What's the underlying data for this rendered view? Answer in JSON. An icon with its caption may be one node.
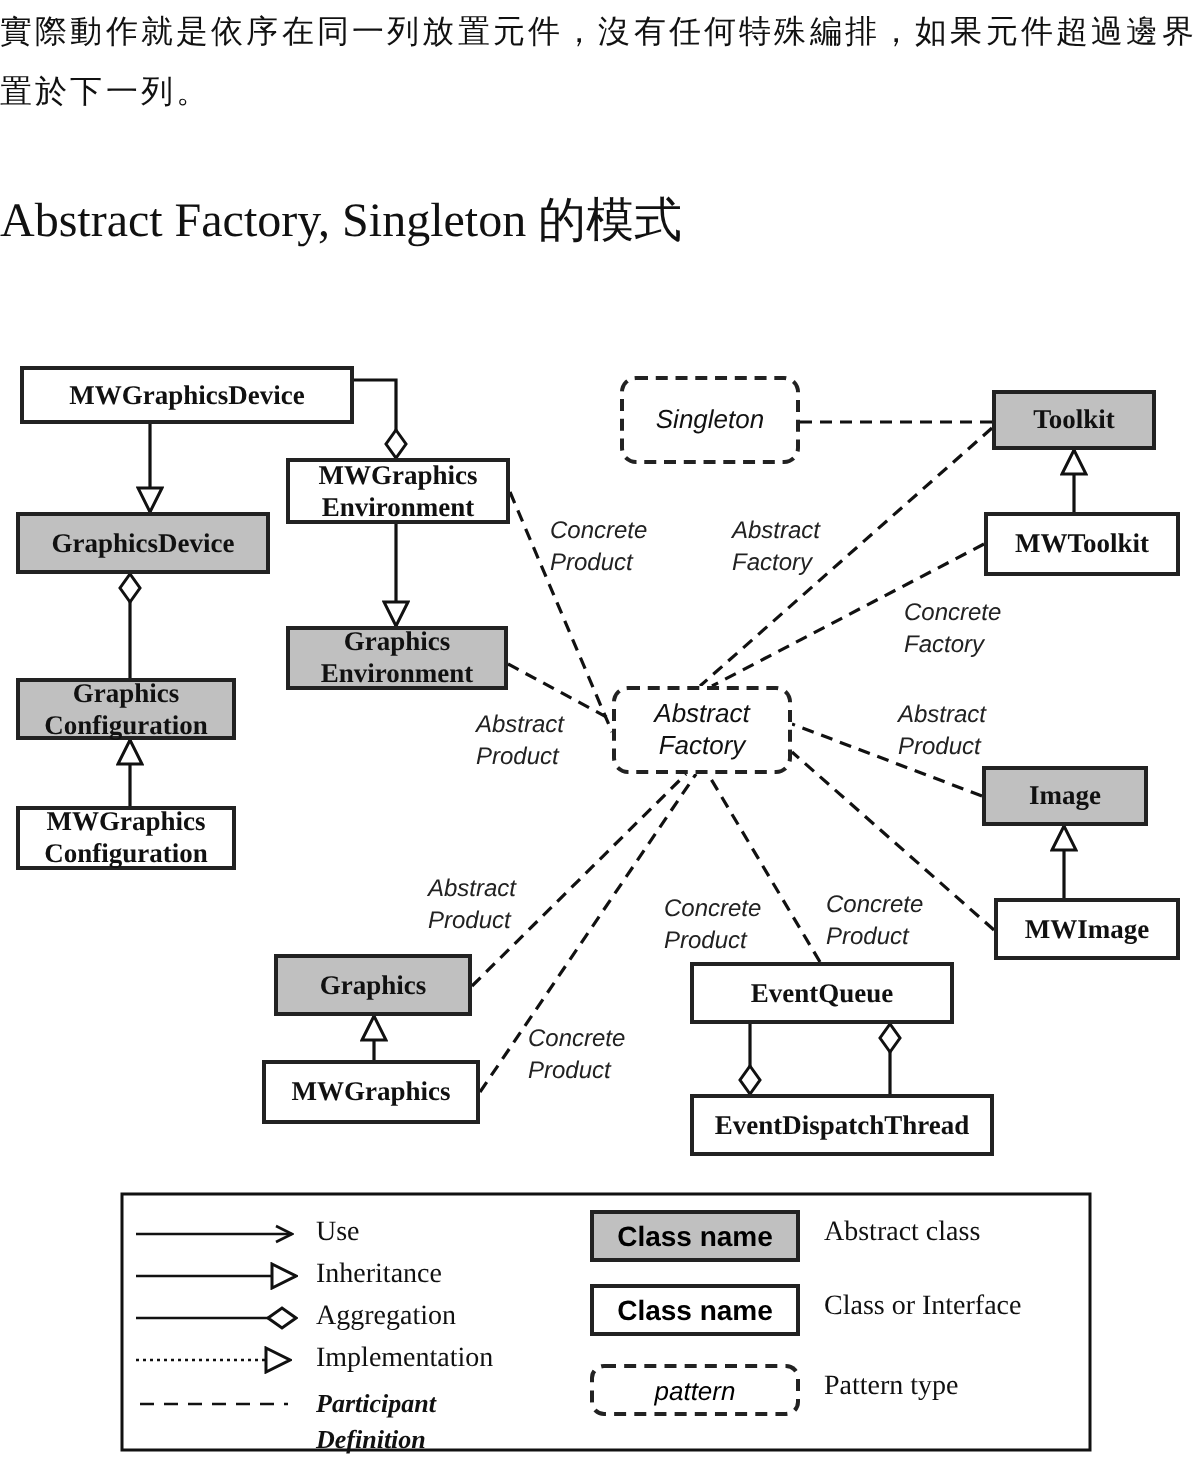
{
  "diagram": {
    "title": "Abstract Factory, Singleton 的模式",
    "nodes": [
      {
        "text": [
          "MWGraphicsDevice"
        ]
      },
      {
        "text": [
          "MWGraphics Environment"
        ]
      },
      {
        "text": [
          "GraphicsDevice"
        ]
      },
      {
        "text": [
          "Graphics Environment"
        ]
      },
      {
        "text": [
          "Graphics Configuration"
        ]
      },
      {
        "text": [
          "MWGraphics Configuration"
        ]
      },
      {
        "text": [
          "Singleton"
        ]
      },
      {
        "text": [
          "Toolkit"
        ]
      },
      {
        "text": [
          "MWToolkit"
        ]
      },
      {
        "text": [
          "Abstract Factory"
        ]
      },
      {
        "text": [
          "Image"
        ]
      },
      {
        "text": [
          "MWImage"
        ]
      },
      {
        "text": [
          "Graphics"
        ]
      },
      {
        "text": [
          "EventQueue"
        ]
      },
      {
        "text": [
          "MWGraphics"
        ]
      },
      {
        "text": [
          "EventDispatchThread"
        ]
      }
    ],
    "edges": [
      {
        "from": 0,
        "to": 2,
        "arrow": "to"
      },
      {
        "from": 0,
        "to": 1,
        "arrow": "other"
      },
      {
        "from": 1,
        "to": 3,
        "arrow": "to"
      },
      {
        "from": 4,
        "to": 2,
        "arrow": "other"
      },
      {
        "from": 5,
        "to": 4,
        "arrow": "to"
      },
      {
        "from": 6,
        "to": 7,
        "arrow": "none",
        "style": "dashed"
      },
      {
        "from": 7,
        "to": 9,
        "arrow": "none",
        "style": "dashed",
        "label": "Abstract Factory"
      },
      {
        "from": 8,
        "to": 9,
        "arrow": "none",
        "style": "dashed",
        "label": "Concrete Factory"
      },
      {
        "from": 1,
        "to": 9,
        "arrow": "none",
        "style": "dashed",
        "label": "Concrete Product"
      },
      {
        "from": 3,
        "to": 9,
        "arrow": "none",
        "style": "dashed",
        "label": "Abstract Product"
      },
      {
        "from": 10,
        "to": 9,
        "arrow": "none",
        "style": "dashed",
        "label": "Abstract Product"
      },
      {
        "from": 11,
        "to": 9,
        "arrow": "none",
        "style": "dashed",
        "label": "Concrete Product"
      },
      {
        "from": 12,
        "to": 9,
        "arrow": "none",
        "style": "dashed",
        "label": "Abstract Product"
      },
      {
        "from": 14,
        "to": 9,
        "arrow": "none",
        "style": "dashed",
        "label": "Concrete Product"
      },
      {
        "from": 13,
        "to": 9,
        "arrow": "none",
        "style": "dashed",
        "label": "Concrete Product"
      },
      {
        "from": 8,
        "to": 7,
        "arrow": "to"
      },
      {
        "from": 11,
        "to": 10,
        "arrow": "to"
      },
      {
        "from": 14,
        "to": 12,
        "arrow": "to"
      },
      {
        "from": 13,
        "to": 15,
        "arrow": "other"
      },
      {
        "from": 15,
        "to": 13,
        "arrow": "other"
      }
    ],
    "labels": [
      "實際動作就是依序在同一列放置元件，沒有任何特殊編排，如果元件超過邊界置於下一列。",
      "Class name",
      "Class name",
      "pattern"
    ],
    "legend": [
      {
        "text": "Use"
      },
      {
        "text": "Inheritance"
      },
      {
        "text": "Aggregation"
      },
      {
        "text": "Implementation"
      },
      {
        "text": "Participant Definition"
      },
      {
        "text": "Abstract class",
        "color": "#c0c0c0"
      },
      {
        "text": "Class or Interface",
        "color": "#ffffff"
      },
      {
        "text": "Pattern type"
      }
    ]
  }
}
